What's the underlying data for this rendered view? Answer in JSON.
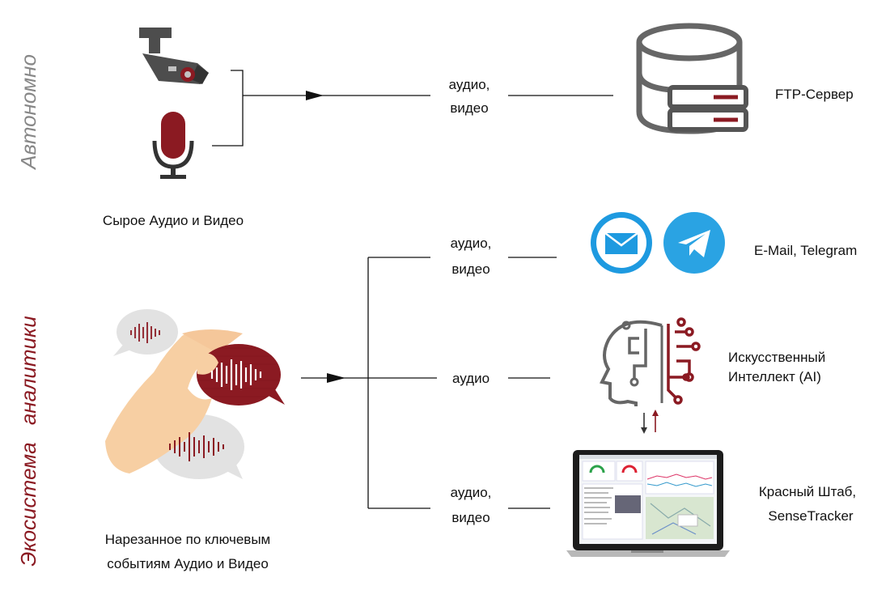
{
  "sections": {
    "autonomous": {
      "label": "Автономно"
    },
    "ecosystem": {
      "label_black": "Экосистема",
      "label_red": "аналитики"
    }
  },
  "sources": {
    "raw": {
      "caption": "Сырое Аудио и Видео"
    },
    "cut": {
      "caption_line1": "Нарезанное по ключевым",
      "caption_line2": "событиям Аудио и Видео"
    }
  },
  "flows": {
    "ftp": {
      "line1": "аудио,",
      "line2": "видео"
    },
    "messaging": {
      "line1": "аудио,",
      "line2": "видео"
    },
    "ai": {
      "line1": "аудио"
    },
    "dashboard": {
      "line1": "аудио,",
      "line2": "видео"
    }
  },
  "targets": {
    "ftp": {
      "label": "FTP-Сервер"
    },
    "messaging": {
      "label": "E-Mail, Telegram"
    },
    "ai": {
      "label_line1": "Искусственный",
      "label_line2": "Интеллект (AI)"
    },
    "dashboard": {
      "label_line1": "Красный Штаб,",
      "label_line2": "SenseTracker"
    }
  },
  "colors": {
    "brand_red": "#8b1a22",
    "icon_gray": "#666666",
    "telegram_blue": "#2aa3e3",
    "mail_blue": "#1e9ae0"
  }
}
